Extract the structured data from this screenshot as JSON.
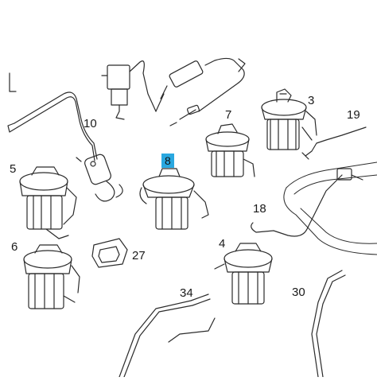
{
  "diagram": {
    "callouts": [
      {
        "id": "c3",
        "label": "3"
      },
      {
        "id": "c4",
        "label": "4"
      },
      {
        "id": "c5",
        "label": "5"
      },
      {
        "id": "c6",
        "label": "6"
      },
      {
        "id": "c7",
        "label": "7"
      },
      {
        "id": "c8",
        "label": "8",
        "highlighted": true
      },
      {
        "id": "c10",
        "label": "10"
      },
      {
        "id": "c18",
        "label": "18"
      },
      {
        "id": "c19",
        "label": "19"
      },
      {
        "id": "c27",
        "label": "27"
      },
      {
        "id": "c30",
        "label": "30"
      },
      {
        "id": "c34",
        "label": "34"
      }
    ],
    "highlight_color": "#2aa8e0",
    "line_color": "#2b2b2b"
  }
}
